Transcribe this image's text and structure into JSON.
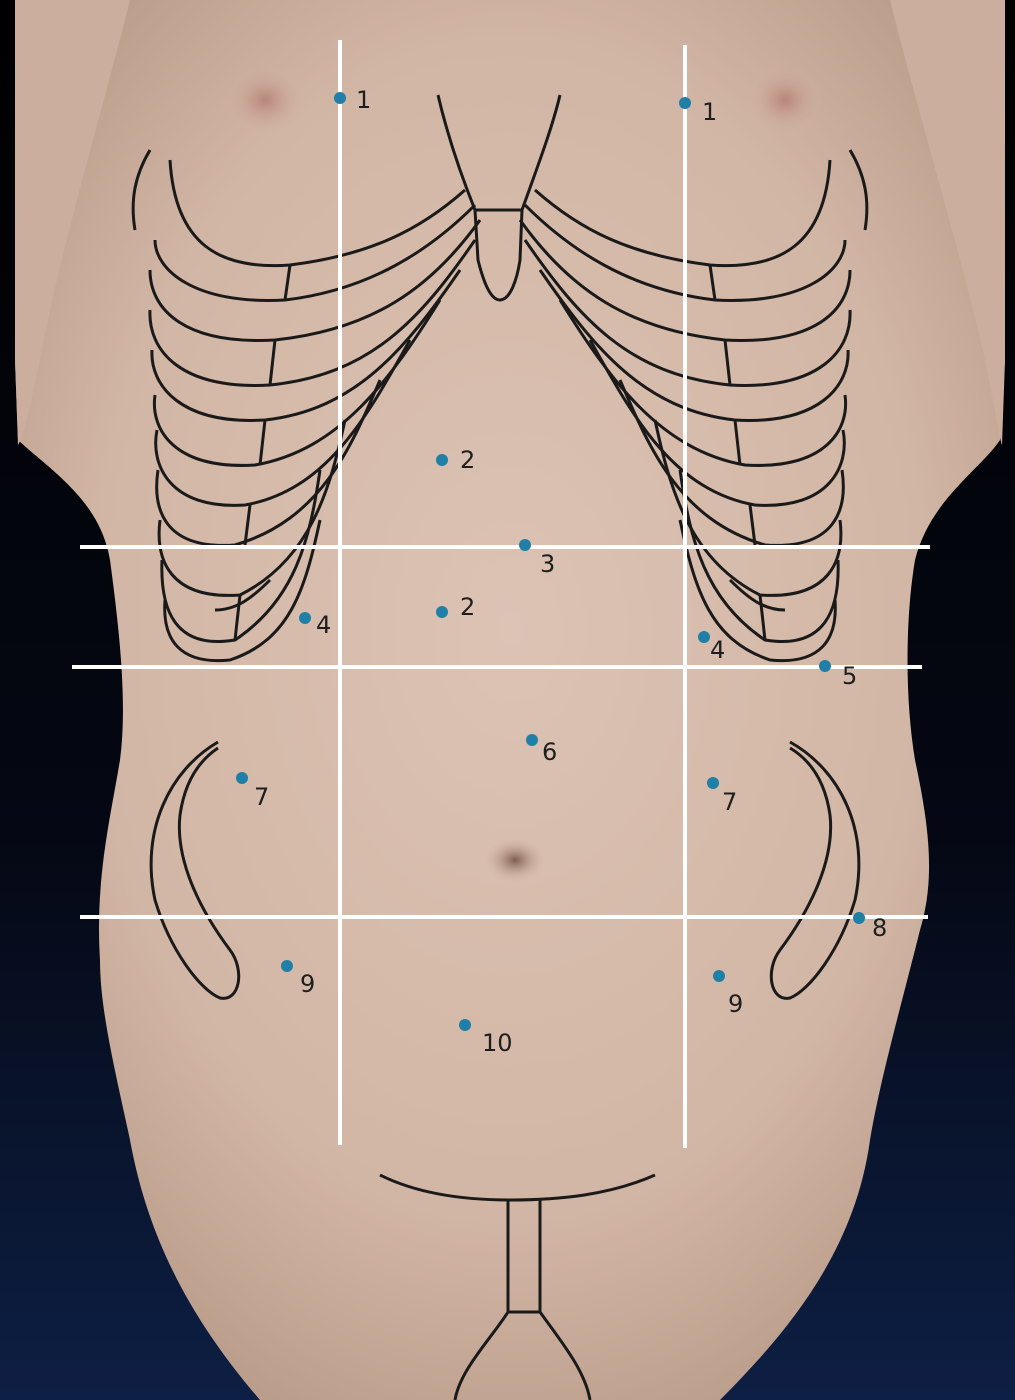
{
  "figure": {
    "marker_color": "#1f7fa6",
    "outline_color": "#1a1a1a",
    "guide_line_color": "#ffffff",
    "skin_color": "#d9bfb0",
    "background_color": "#000000"
  },
  "markers": [
    {
      "id": "m1a",
      "label": "1"
    },
    {
      "id": "m1b",
      "label": "1"
    },
    {
      "id": "m2a",
      "label": "2"
    },
    {
      "id": "m3",
      "label": "3"
    },
    {
      "id": "m2b",
      "label": "2"
    },
    {
      "id": "m4a",
      "label": "4"
    },
    {
      "id": "m4b",
      "label": "4"
    },
    {
      "id": "m5",
      "label": "5"
    },
    {
      "id": "m6",
      "label": "6"
    },
    {
      "id": "m7a",
      "label": "7"
    },
    {
      "id": "m7b",
      "label": "7"
    },
    {
      "id": "m8",
      "label": "8"
    },
    {
      "id": "m9a",
      "label": "9"
    },
    {
      "id": "m9b",
      "label": "9"
    },
    {
      "id": "m10",
      "label": "10"
    }
  ]
}
